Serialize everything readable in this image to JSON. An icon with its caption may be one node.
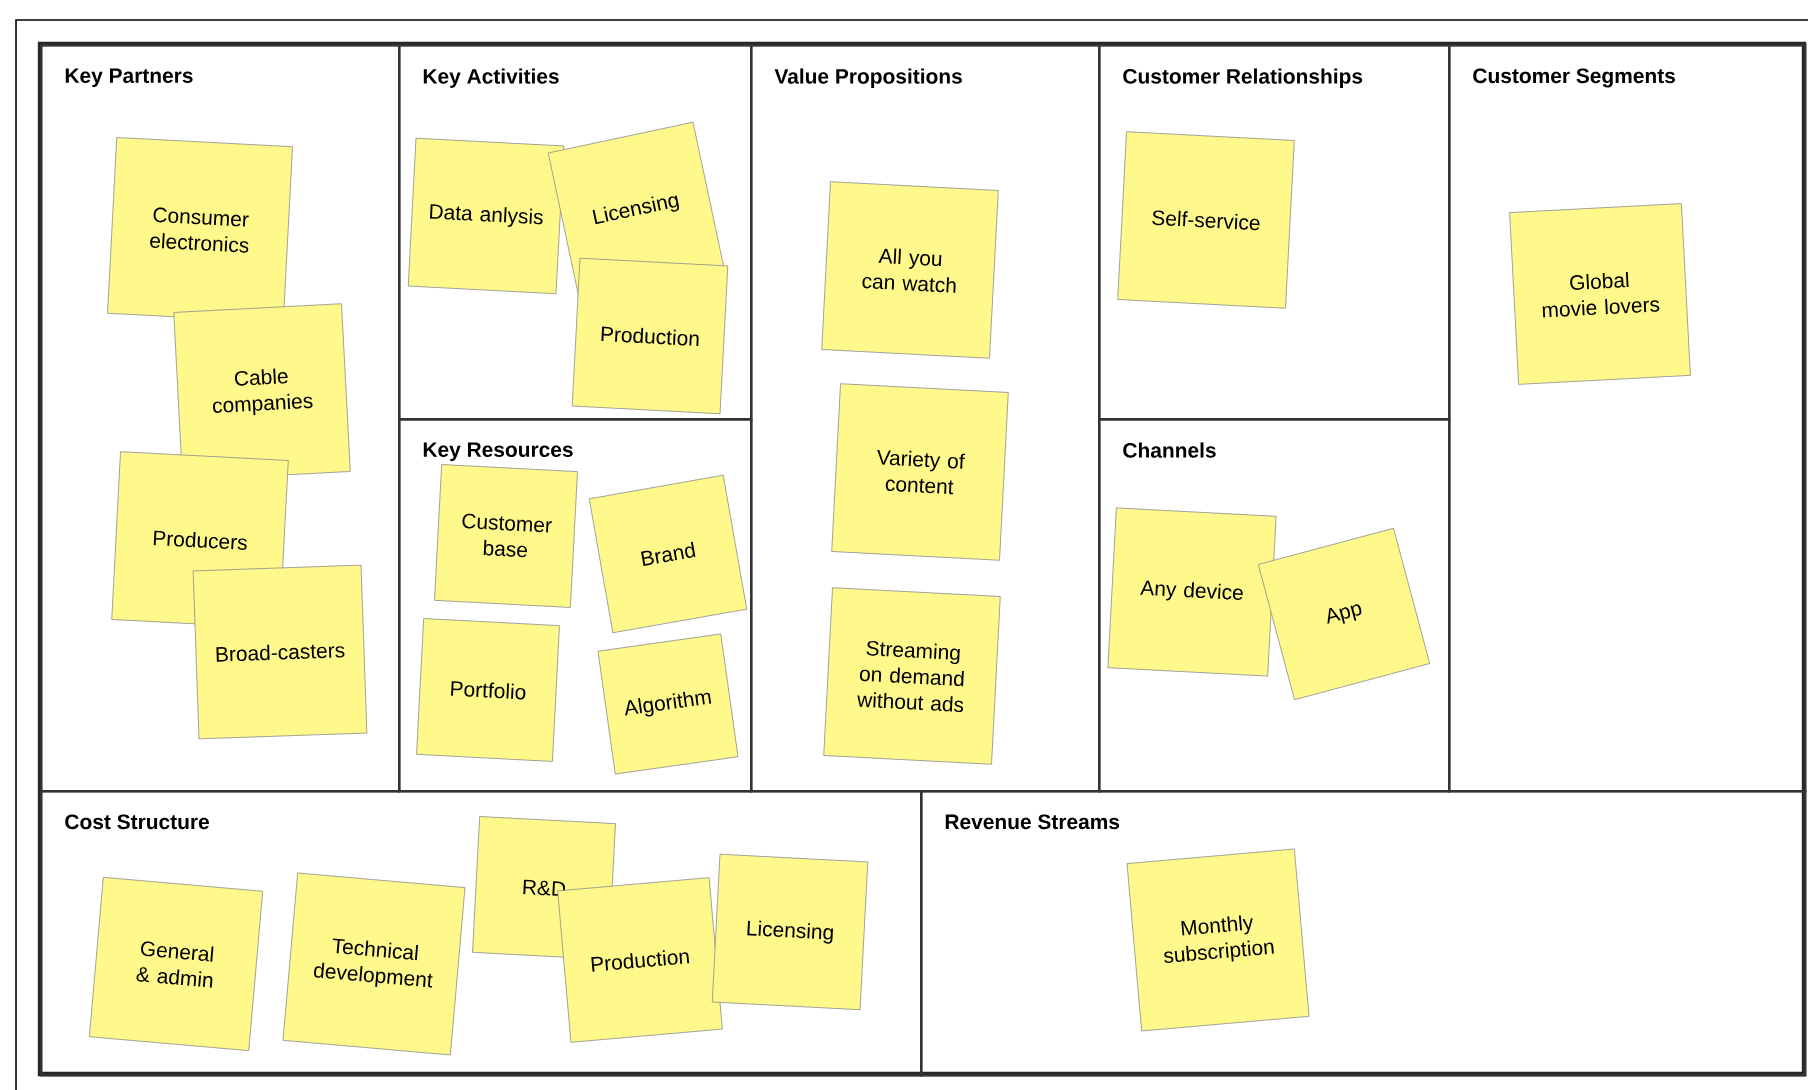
{
  "diagram": {
    "nodes": [
      {
        "text": [
          "Key Partners"
        ]
      },
      {
        "text": [
          "Key Activities"
        ]
      },
      {
        "text": [
          "Key Resources"
        ]
      },
      {
        "text": [
          "Value Propositions"
        ]
      },
      {
        "text": [
          "Customer Relationships"
        ]
      },
      {
        "text": [
          "Channels"
        ]
      },
      {
        "text": [
          "Customer Segments"
        ]
      },
      {
        "text": [
          "Cost Structure"
        ]
      },
      {
        "text": [
          "Revenue Streams"
        ]
      },
      {
        "text": [
          "Consumer electronics"
        ],
        "in": 0
      },
      {
        "text": [
          "Cable companies"
        ],
        "in": 0
      },
      {
        "text": [
          "Producers"
        ],
        "in": 0
      },
      {
        "text": [
          "Broad-casters"
        ],
        "in": 0
      },
      {
        "text": [
          "Data anlysis"
        ],
        "in": 1
      },
      {
        "text": [
          "Licensing"
        ],
        "in": 1
      },
      {
        "text": [
          "Production"
        ],
        "in": 1
      },
      {
        "text": [
          "Customer base"
        ],
        "in": 2
      },
      {
        "text": [
          "Brand"
        ],
        "in": 2
      },
      {
        "text": [
          "Portfolio"
        ],
        "in": 2
      },
      {
        "text": [
          "Algorithm"
        ],
        "in": 2
      },
      {
        "text": [
          "All you can watch"
        ],
        "in": 3
      },
      {
        "text": [
          "Variety of content"
        ],
        "in": 3
      },
      {
        "text": [
          "Streaming on demand without ads"
        ],
        "in": 3
      },
      {
        "text": [
          "Self-service"
        ],
        "in": 4
      },
      {
        "text": [
          "Any device"
        ],
        "in": 5
      },
      {
        "text": [
          "App"
        ],
        "in": 5
      },
      {
        "text": [
          "Global movie lovers"
        ],
        "in": 6
      },
      {
        "text": [
          "General & admin"
        ],
        "in": 7
      },
      {
        "text": [
          "Technical development"
        ],
        "in": 7
      },
      {
        "text": [
          "R&D"
        ],
        "in": 7
      },
      {
        "text": [
          "Production"
        ],
        "in": 7
      },
      {
        "text": [
          "Licensing"
        ],
        "in": 7
      },
      {
        "text": [
          "Monthly subscription"
        ],
        "in": 8
      }
    ]
  }
}
